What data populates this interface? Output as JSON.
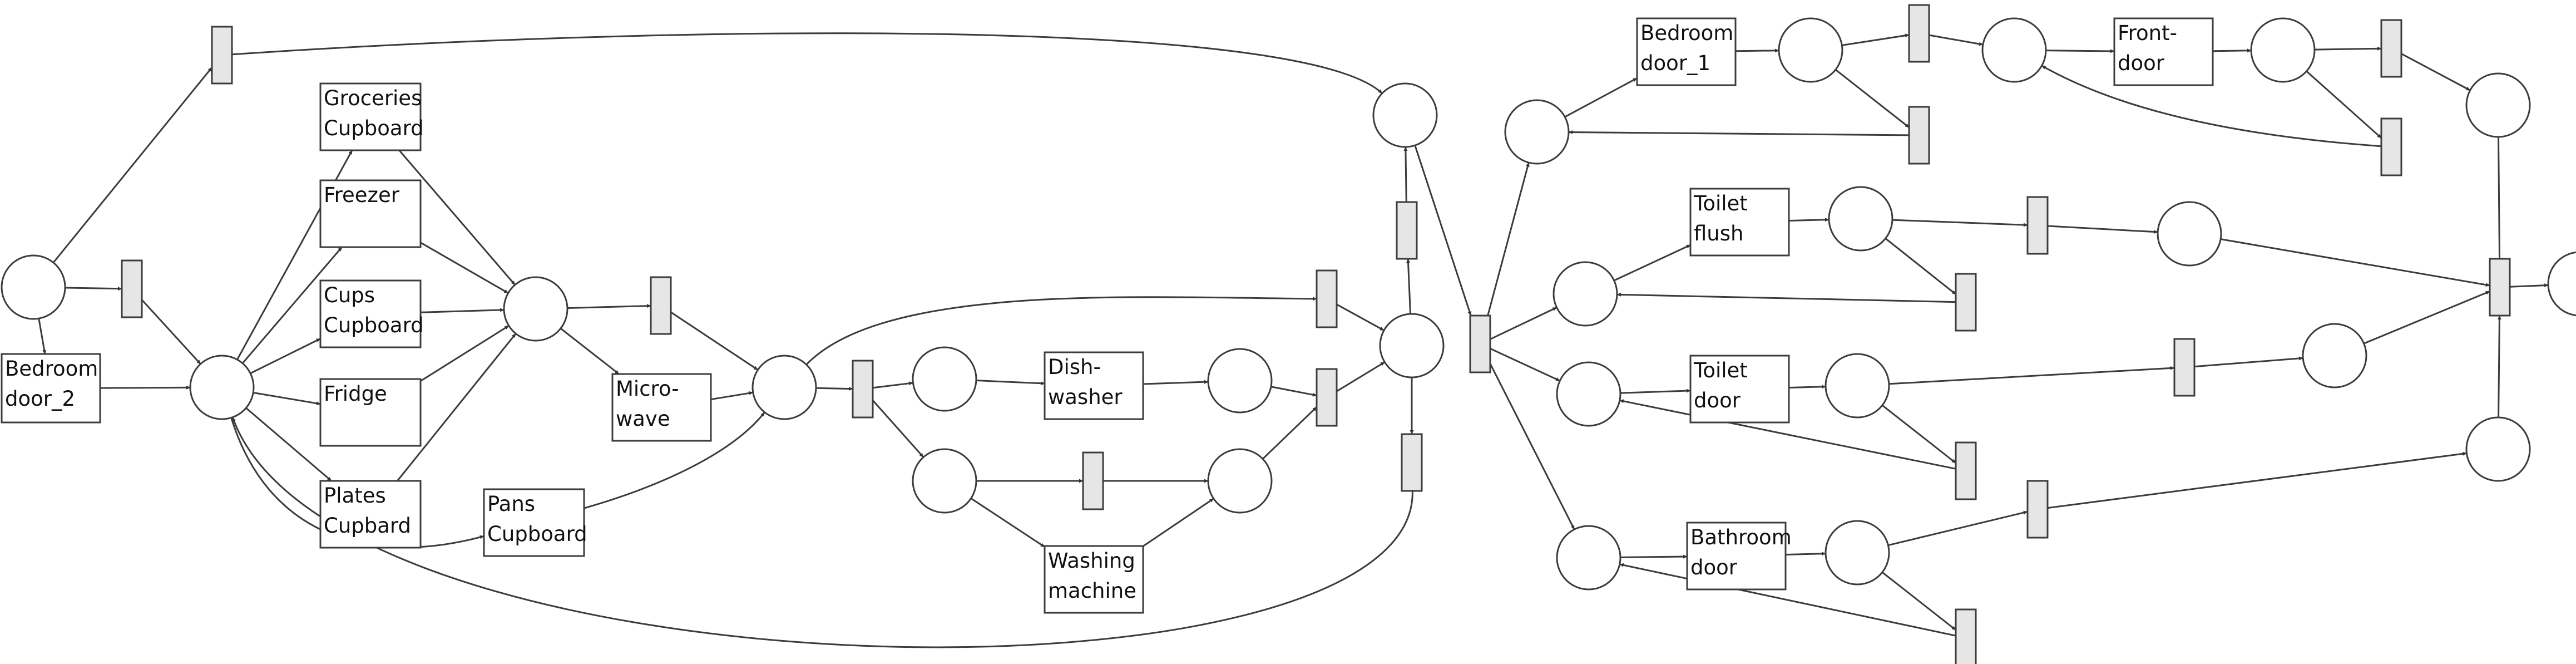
{
  "diagram": {
    "type": "petri-net",
    "colors": {
      "stroke": "#3c3c3c",
      "place_fill": "#ffffff",
      "transition_fill": "#e6e6e6",
      "label_box_fill": "#ffffff",
      "background": "#ffffff"
    },
    "labels": {
      "bedroom_door_2": [
        "Bedroom",
        "door_2"
      ],
      "groceries_cupboard": [
        "Groceries",
        "Cupboard"
      ],
      "freezer": [
        "Freezer"
      ],
      "cups_cupboard": [
        "Cups",
        "Cupboard"
      ],
      "fridge": [
        "Fridge"
      ],
      "plates_cupbard": [
        "Plates",
        "Cupbard"
      ],
      "pans_cupboard": [
        "Pans",
        "Cupboard"
      ],
      "microwave": [
        "Micro-",
        "wave"
      ],
      "dishwasher": [
        "Dish-",
        "washer"
      ],
      "washing_machine": [
        "Washing",
        "machine"
      ],
      "bedroom_door_1": [
        "Bedroom",
        "door_1"
      ],
      "front_door": [
        "Front-",
        "door"
      ],
      "toilet_flush": [
        "Toilet",
        "flush"
      ],
      "toilet_door": [
        "Toilet",
        "door"
      ],
      "bathroom_door": [
        "Bathroom",
        "door"
      ]
    }
  }
}
